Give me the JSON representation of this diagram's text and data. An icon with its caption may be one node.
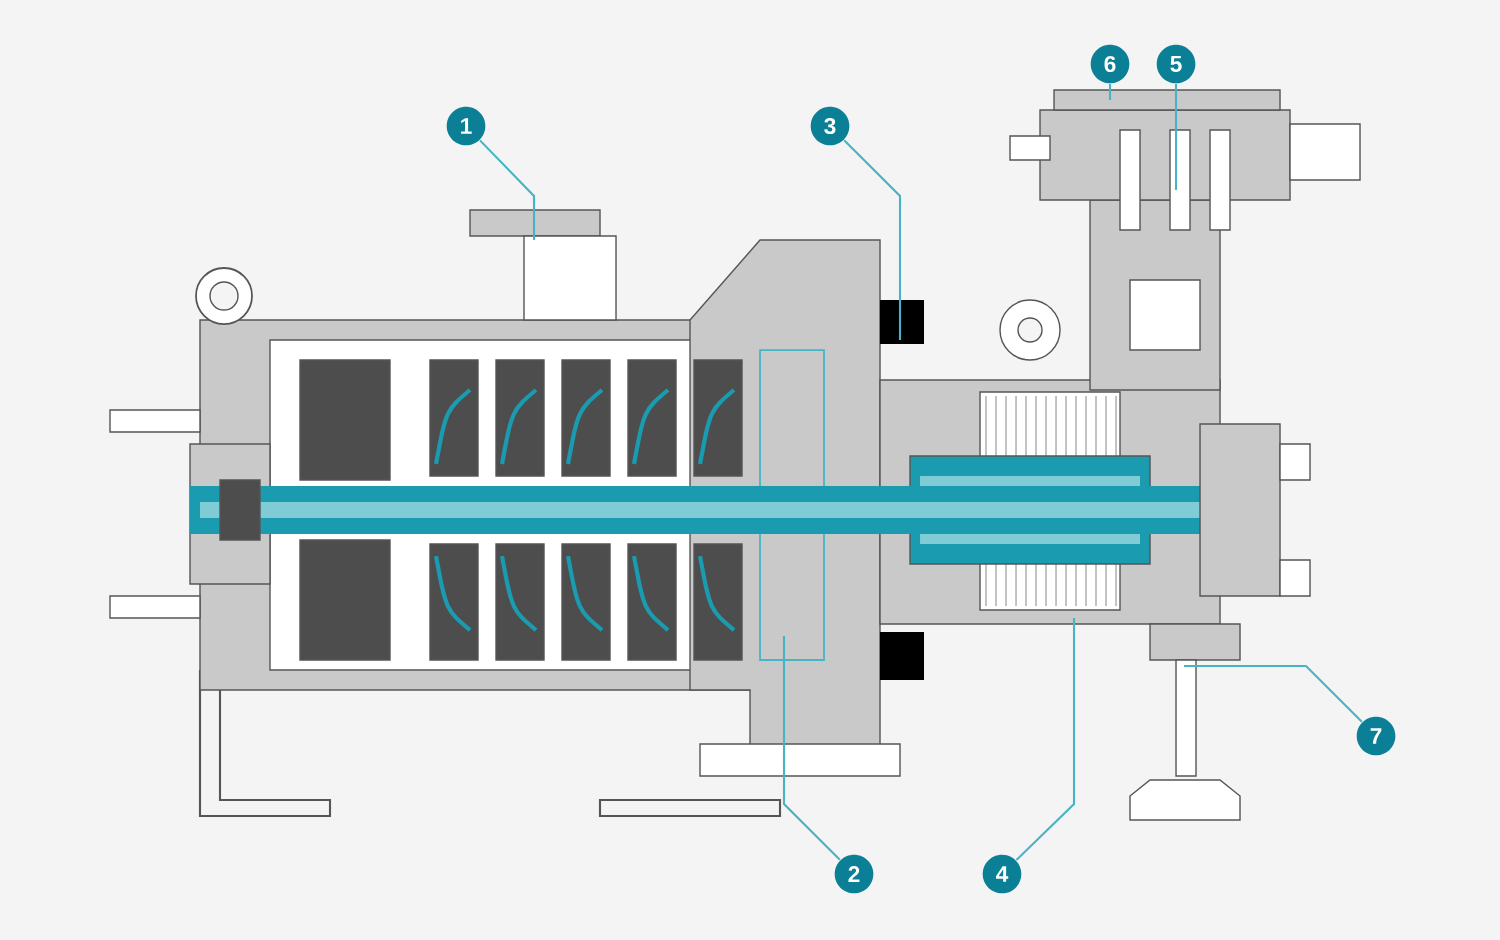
{
  "diagram": {
    "nodes": [
      {
        "text": [
          "6"
        ]
      },
      {
        "text": [
          "5"
        ]
      },
      {
        "text": [
          "1"
        ]
      },
      {
        "text": [
          "3"
        ]
      },
      {
        "text": [
          "7"
        ]
      },
      {
        "text": [
          "2"
        ]
      },
      {
        "text": [
          "4"
        ]
      }
    ],
    "edges": [
      {
        "from": 0,
        "to": null,
        "arrow": "none"
      },
      {
        "from": 1,
        "to": null,
        "arrow": "none"
      },
      {
        "from": 2,
        "to": null,
        "arrow": "none"
      },
      {
        "from": 3,
        "to": null,
        "arrow": "none"
      },
      {
        "from": 4,
        "to": null,
        "arrow": "none"
      },
      {
        "from": 5,
        "to": null,
        "arrow": "none"
      },
      {
        "from": 6,
        "to": null,
        "arrow": "none"
      }
    ]
  }
}
